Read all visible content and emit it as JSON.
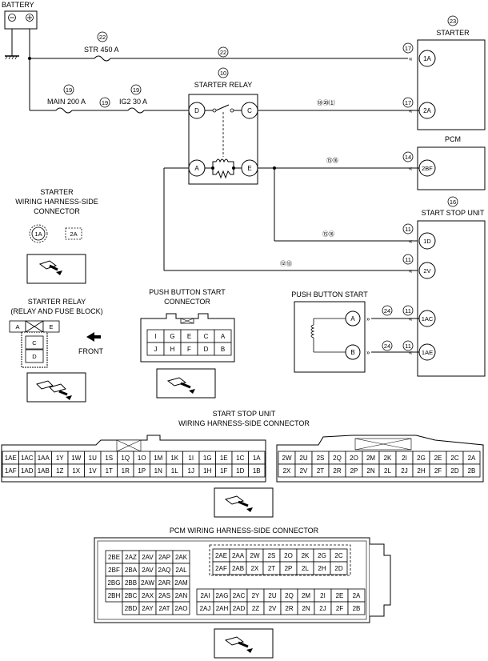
{
  "battery": {
    "label": "BATTERY",
    "minus": "⊖",
    "plus": "⊕"
  },
  "fuses": {
    "str": {
      "label": "STR 450 A",
      "ref": "22"
    },
    "main": {
      "label": "MAIN 200 A",
      "ref": "19"
    },
    "ig2": {
      "label": "IG2 30 A",
      "ref": "19"
    }
  },
  "wire_refs": {
    "top": "22",
    "main_right": "19",
    "relay_c": "⑱⑳⑴",
    "relay_e_pcm": "⑮⑯",
    "relay_e_ssu": "⑮⑯",
    "relay_a_ssu": "⑫⑬",
    "pb_a": "24",
    "pb_b": "24",
    "c17_top": "17",
    "c17_mid": "17",
    "c14": "14",
    "c11_1d": "11",
    "c11_2v": "11",
    "c11_1ac": "11",
    "c11_1ae": "11"
  },
  "starter_relay": {
    "label": "STARTER RELAY",
    "ref": "10",
    "pins": {
      "D": "D",
      "C": "C",
      "A": "A",
      "E": "E"
    }
  },
  "starter": {
    "label": "STARTER",
    "ref": "23",
    "pins": [
      "1A",
      "2A"
    ]
  },
  "pcm": {
    "label": "PCM",
    "ref": "14",
    "pin": "2BF"
  },
  "ssu": {
    "label": "START STOP UNIT",
    "ref": "16",
    "pins": [
      "1D",
      "2V",
      "1AC",
      "1AE"
    ]
  },
  "push_button": {
    "label": "PUSH BUTTON START",
    "pins": [
      "A",
      "B"
    ]
  },
  "starter_wh": {
    "lines": [
      "STARTER",
      "WIRING HARNESS-SIDE",
      "CONNECTOR"
    ],
    "pins": [
      "1A",
      "2A"
    ]
  },
  "starter_relay_conn": {
    "lines": [
      "STARTER RELAY",
      "(RELAY AND FUSE BLOCK)"
    ],
    "top": [
      "A",
      "E"
    ],
    "mid": "C",
    "bot": "D",
    "front": "FRONT"
  },
  "pbs_conn": {
    "lines": [
      "PUSH BUTTON START",
      "CONNECTOR"
    ],
    "row1": [
      "I",
      "G",
      "E",
      "C",
      "A"
    ],
    "row2": [
      "J",
      "H",
      "F",
      "D",
      "B"
    ]
  },
  "ssu_conn": {
    "lines": [
      "START STOP UNIT",
      "WIRING HARNESS-SIDE CONNECTOR"
    ],
    "left_row1": [
      "1AE",
      "1AC",
      "1AA",
      "1Y",
      "1W",
      "1U",
      "1S",
      "1Q",
      "1O",
      "1M",
      "1K",
      "1I",
      "1G",
      "1E",
      "1C",
      "1A"
    ],
    "left_row2": [
      "1AF",
      "1AD",
      "1AB",
      "1Z",
      "1X",
      "1V",
      "1T",
      "1R",
      "1P",
      "1N",
      "1L",
      "1J",
      "1H",
      "1F",
      "1D",
      "1B"
    ],
    "right_row1": [
      "2W",
      "2U",
      "2S",
      "2Q",
      "2O",
      "2M",
      "2K",
      "2I",
      "2G",
      "2E",
      "2C",
      "2A"
    ],
    "right_row2": [
      "2X",
      "2V",
      "2T",
      "2R",
      "2P",
      "2N",
      "2L",
      "2J",
      "2H",
      "2F",
      "2D",
      "2B"
    ]
  },
  "pcm_conn": {
    "title": "PCM WIRING HARNESS-SIDE CONNECTOR",
    "left_rows": [
      [
        "2BE",
        "2AZ",
        "2AV",
        "2AP",
        "2AK"
      ],
      [
        "2BF",
        "2BA",
        "2AV",
        "2AQ",
        "2AL"
      ],
      [
        "2BG",
        "2BB",
        "2AW",
        "2AR",
        "2AM"
      ],
      [
        "2BH",
        "2BC",
        "2AX",
        "2AS",
        "2AN"
      ],
      [
        "",
        "2BD",
        "2AY",
        "2AT",
        "2AO"
      ]
    ],
    "upper_right": [
      [
        "2AE",
        "2AA",
        "2W",
        "2S",
        "2O",
        "2K",
        "2G",
        "2C"
      ],
      [
        "2AF",
        "2AB",
        "2X",
        "2T",
        "2P",
        "2L",
        "2H",
        "2D"
      ]
    ],
    "lower_right": [
      [
        "2AI",
        "2AG",
        "2AC",
        "2Y",
        "2U",
        "2Q",
        "2M",
        "2I",
        "2E",
        "2A"
      ],
      [
        "2AJ",
        "2AH",
        "2AD",
        "2Z",
        "2V",
        "2R",
        "2N",
        "2J",
        "2F",
        "2B"
      ]
    ]
  }
}
